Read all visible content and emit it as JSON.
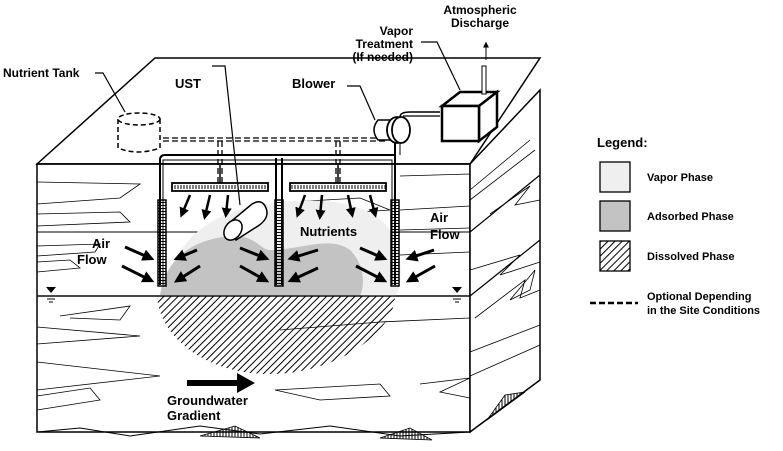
{
  "diagram": {
    "title": "Bioventing / Air Sparging Remediation System",
    "labels": {
      "atmospheric_discharge": [
        "Atmospheric",
        "Discharge"
      ],
      "vapor_treatment": [
        "Vapor",
        "Treatment",
        "(If needed)"
      ],
      "blower": "Blower",
      "nutrient_tank": "Nutrient Tank",
      "ust": "UST",
      "nutrients": "Nutrients",
      "air_flow_left": [
        "Air",
        "Flow"
      ],
      "air_flow_right": [
        "Air",
        "Flow"
      ],
      "groundwater_gradient": [
        "Groundwater",
        "Gradient"
      ]
    },
    "legend": {
      "title": "Legend:",
      "items": [
        {
          "label": "Vapor Phase",
          "fill": "#efefef",
          "pattern": "solid"
        },
        {
          "label": "Adsorbed Phase",
          "fill": "#c3c3c3",
          "pattern": "solid"
        },
        {
          "label": "Dissolved Phase",
          "fill": "#ffffff",
          "pattern": "hatch"
        },
        {
          "label": [
            "Optional Depending",
            "in the Site Conditions"
          ],
          "pattern": "dashed-line"
        }
      ]
    },
    "colors": {
      "line": "#000000",
      "vapor": "#efefef",
      "adsorbed": "#c3c3c3",
      "background": "#ffffff"
    }
  }
}
